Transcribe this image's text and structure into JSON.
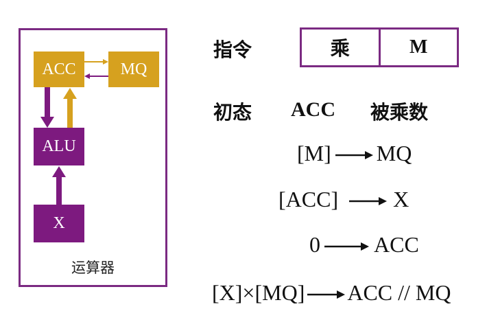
{
  "diagram": {
    "caption": "运算器",
    "blocks": {
      "acc": "ACC",
      "mq": "MQ",
      "alu": "ALU",
      "x": "X"
    },
    "colors": {
      "frame": "#7b2a82",
      "gold": "#d6a11f",
      "purple": "#7d1a7f"
    }
  },
  "instruction": {
    "label": "指令",
    "opcode": "乘",
    "operand": "M"
  },
  "initial": {
    "label": "初态",
    "register": "ACC",
    "content": "被乘数"
  },
  "steps": [
    {
      "src": "[M]",
      "dst": "MQ"
    },
    {
      "src": "[ACC]",
      "dst": "X"
    },
    {
      "src": "0",
      "dst": "ACC"
    },
    {
      "src": "[X]×[MQ]",
      "dst": "ACC // MQ"
    }
  ]
}
